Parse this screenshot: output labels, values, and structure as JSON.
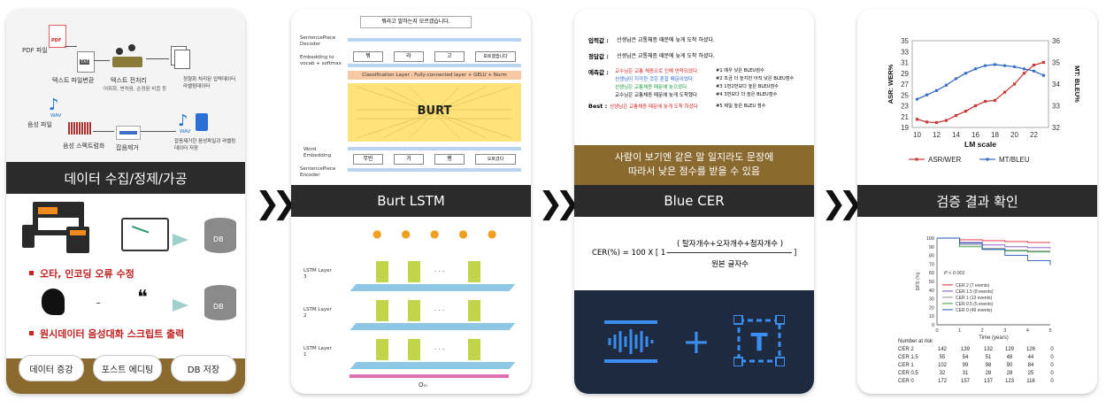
{
  "panel1": {
    "pdf_label": "PDF 파일",
    "pdf_badge": "PDF",
    "txt_badge": "TXT",
    "text_convert": "텍스트 파일변환",
    "text_preprocess": "텍스트 전처리",
    "text_preprocess_sub": "어휘화, 변처음, 순경음 비읍 등",
    "refined_data": "정형화 처리된 입력데이터 라벨링데이터",
    "audio_label": "음성 파일",
    "wav_badge": "WAV",
    "spectrogram": "음성 스펙트럼화",
    "noise_removal": "잡음제거",
    "noise_removed_save": "잡음제거한 음성파일과 라벨링데이터 저장",
    "title": "데이터 수집/정제/가공",
    "db_label": "DB",
    "bullet1": "오타, 인코딩 오류 수정",
    "bullet2": "원시데이터 음성대화 스크립트 출력",
    "pills": [
      "데이터 증강",
      "포스트 에디팅",
      "DB 저장"
    ]
  },
  "panel2": {
    "top_sentence": "뭐라고 말하는지 모르겠습니다.",
    "decoder": "SentencePiece Decoder",
    "embedding_softmax": "Embedding to vocab + softmax",
    "tokens_top": [
      "뭐",
      "라",
      "고",
      "모르겠습니다"
    ],
    "classification": "Classification Layer : Fully-connected layer + GELU + Norm",
    "burt": "BURT",
    "word_embedding": "Word Embedding",
    "tokens_bottom": [
      "무빈",
      "거",
      "랭",
      "오르겄다"
    ],
    "encoder": "SentencePiece Encoder",
    "title": "Burt LSTM",
    "lstm_layers": [
      "LSTM Layer 3",
      "LSTM Layer 2",
      "LSTM Layer 1"
    ],
    "dots": "· · ·",
    "output_label": "Oₘ"
  },
  "panel3": {
    "input_label": "입력값 :",
    "input_text": "선생님은 교통체증 때문에 늦게 도착 하셨다.",
    "answer_label": "정답값 :",
    "answer_text": "선생님은 교통체증 때문에 늦게 도착 하셨다.",
    "pred_label": "예측값 :",
    "predictions": [
      {
        "text": "교수님은 교통 체증으로 인해 연착되었다.",
        "note": "#1 매우 낮은 BLEU점수",
        "color": "#d21d1d"
      },
      {
        "text": "선생님이 지각한 것은 혼잡 때문이었다.",
        "note": "#2 조금 더 높지만 아직 낮은 BLEU점수",
        "color": "#1f5fcf"
      },
      {
        "text": "선생님은 교통체증 때문에 늦으셨다.",
        "note": "#3 1번2번보다 높은 BLEU점수",
        "color": "#159a3b"
      },
      {
        "text": "교수님은 교통체증 때문에 늦게 도착했다",
        "note": "#4 3번보다 더 높은 BLEU점수",
        "color": "#333333"
      }
    ],
    "best_label": "Best :",
    "best_text": "선생님은 교통체증 때문에 늦게 도착 하셨다",
    "best_note": "#5 제일 높은 BLEU 점수",
    "caption_line1": "사람이 보기엔 같은 말 일지라도 문장에",
    "caption_line2": "따라서 낮은 점수를 받을 수 있음",
    "title": "Blue CER",
    "formula_left": "CER(%) = 100 X [ 1−",
    "formula_num": "( 탈자개수+오자개수+첨자개수 )",
    "formula_den": "원본 글자수",
    "formula_right": "]",
    "plus": "+"
  },
  "panel4": {
    "title": "검증 결과 확인",
    "chart_data": [
      {
        "type": "line",
        "x": [
          10,
          11,
          12,
          13,
          14,
          15,
          16,
          17,
          18,
          19,
          20,
          21,
          22,
          23
        ],
        "xlabel": "LM scale",
        "xticks": [
          10,
          12,
          14,
          16,
          18,
          20,
          22
        ],
        "ylabel": "ASR: WER%",
        "ylim": [
          19,
          35
        ],
        "yticks": [
          19,
          21,
          23,
          25,
          27,
          29,
          31,
          33,
          35
        ],
        "y2label": "MT: BLEU%",
        "y2lim": [
          32,
          36
        ],
        "y2ticks": [
          32,
          33,
          34,
          35,
          36
        ],
        "series": [
          {
            "name": "ASR/WER",
            "axis": "left",
            "color": "#c83c3c",
            "values": [
              20.5,
              20.0,
              19.9,
              20.3,
              21.2,
              22.0,
              23.0,
              23.8,
              24.0,
              25.5,
              27.0,
              29.0,
              30.5,
              31.0
            ]
          },
          {
            "name": "MT/BLEU",
            "axis": "right",
            "color": "#3a6fc4",
            "values": [
              33.3,
              33.5,
              33.7,
              33.95,
              34.25,
              34.5,
              34.7,
              34.85,
              34.9,
              34.85,
              34.8,
              34.7,
              34.6,
              34.4
            ]
          }
        ]
      },
      {
        "type": "line",
        "x": [
          0,
          1,
          2,
          3,
          4,
          5
        ],
        "xlabel": "Time (years)",
        "ylabel": "DFS (%)",
        "ylim": [
          0,
          100
        ],
        "yticks": [
          0,
          10,
          20,
          30,
          40,
          50,
          60,
          70,
          80,
          90,
          100
        ],
        "annotation": "P < 0.001",
        "series": [
          {
            "name": "CER 2 (7 events)",
            "color": "#e0262c",
            "values": [
              100,
              98,
              97,
              96,
              95,
              95
            ]
          },
          {
            "name": "CER 1.5 (8 events)",
            "color": "#7a4fc0",
            "values": [
              100,
              95,
              92,
              90,
              89,
              88
            ]
          },
          {
            "name": "CER 1 (13 events)",
            "color": "#909090",
            "values": [
              100,
              92,
              88,
              86,
              85,
              85
            ]
          },
          {
            "name": "CER 0.5 (5 events)",
            "color": "#2a9d3a",
            "values": [
              100,
              90,
              87,
              85,
              84,
              84
            ]
          },
          {
            "name": "CER 0 (49 events)",
            "color": "#2457b5",
            "values": [
              100,
              94,
              87,
              80,
              74,
              69
            ]
          }
        ]
      }
    ],
    "risk_title": "Number at risk",
    "risk_rows": [
      [
        "CER 2",
        "142",
        "139",
        "132",
        "129",
        "126",
        "0"
      ],
      [
        "CER 1.5",
        "55",
        "54",
        "51",
        "48",
        "44",
        "0"
      ],
      [
        "CER 1",
        "102",
        "99",
        "98",
        "90",
        "84",
        "0"
      ],
      [
        "CER 0.5",
        "32",
        "31",
        "28",
        "28",
        "25",
        "0"
      ],
      [
        "CER 0",
        "172",
        "157",
        "137",
        "123",
        "116",
        "0"
      ]
    ]
  },
  "arrow_glyph": "❯❯"
}
